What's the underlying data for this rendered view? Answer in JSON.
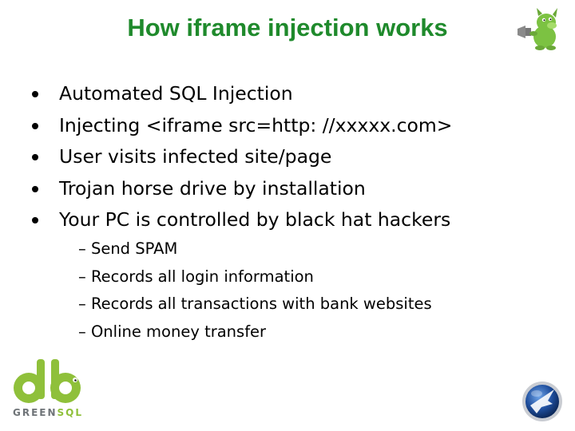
{
  "slide": {
    "title": "How iframe injection works",
    "bullets": [
      "Automated SQL Injection",
      "Injecting <iframe src=http: //xxxxx.com>",
      "User visits infected site/page",
      "Trojan horse drive by installation",
      "Your PC is controlled by black hat hackers"
    ],
    "sub_bullets": [
      "– Send SPAM",
      "– Records all login information",
      "– Records all transactions with bank websites",
      "– Online money transfer"
    ]
  },
  "logos": {
    "brand_text_main": "GREEN",
    "brand_text_tail": "SQL",
    "mascot_icon": "green-dog-mascot-icon",
    "corner_icon": "blue-globe-bird-icon"
  },
  "colors": {
    "title": "#1f8a2c",
    "brand_green": "#8fc03a",
    "brand_gray": "#6f7478",
    "globe_blue": "#1f4f9e"
  }
}
